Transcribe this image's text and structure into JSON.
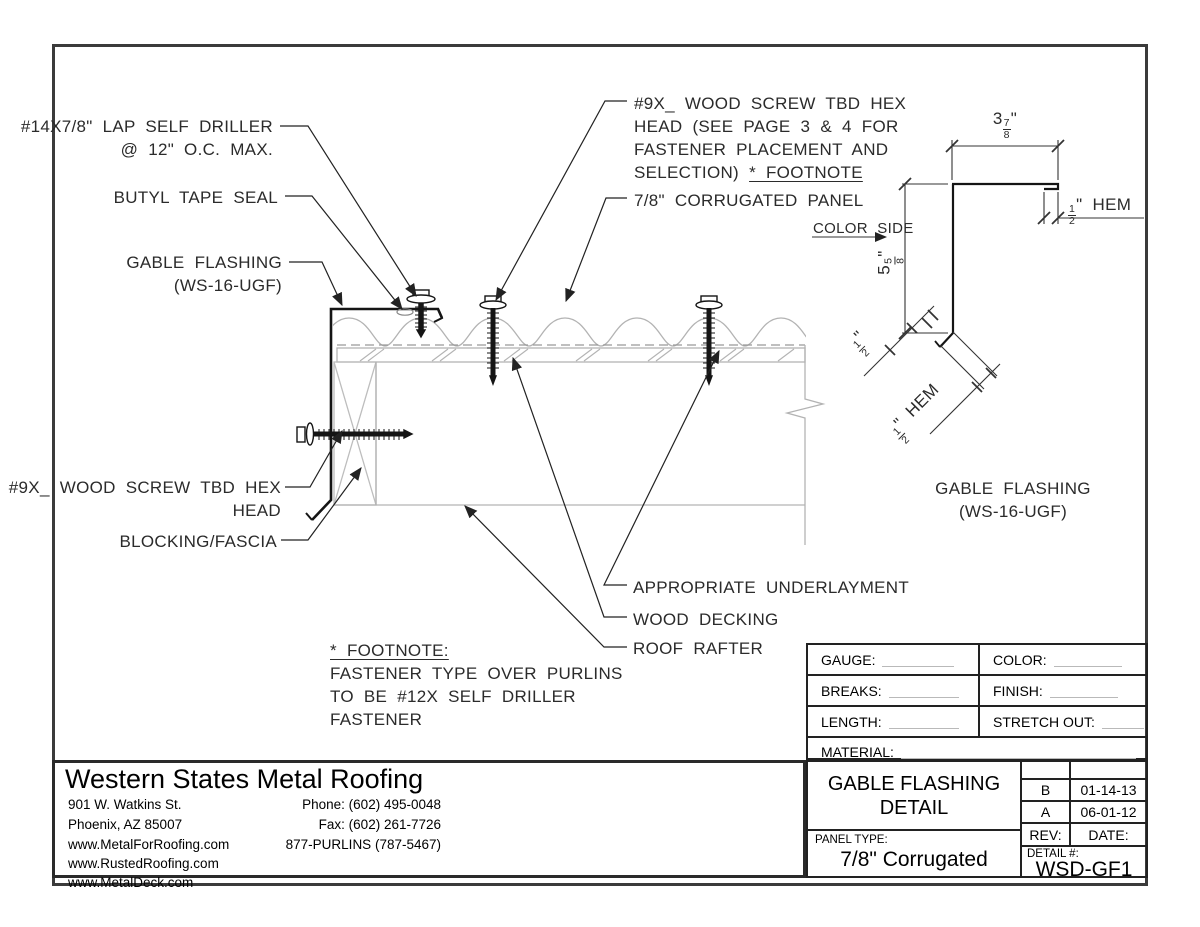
{
  "drawing": {
    "labels": {
      "lap_driller_1": "#14X7/8\" LAP SELF DRILLER",
      "lap_driller_2": "@ 12\" O.C. MAX.",
      "butyl": "BUTYL TAPE SEAL",
      "gable_flashing_1": "GABLE FLASHING",
      "gable_flashing_2": "(WS-16-UGF)",
      "wood_screw_left_1": "#9X_ WOOD SCREW TBD HEX",
      "wood_screw_left_2": "HEAD",
      "blocking": "BLOCKING/FASCIA",
      "wood_screw_top_1": "#9X_ WOOD SCREW TBD HEX",
      "wood_screw_top_2": "HEAD (SEE PAGE 3 & 4 FOR",
      "wood_screw_top_3": "FASTENER PLACEMENT AND",
      "wood_screw_top_4": "SELECTION)",
      "wood_screw_top_footnote": "* FOOTNOTE",
      "corrugated_panel": "7/8\" CORRUGATED PANEL",
      "underlayment": "APPROPRIATE UNDERLAYMENT",
      "wood_decking": "WOOD DECKING",
      "roof_rafter": "ROOF RAFTER",
      "footnote_title": "* FOOTNOTE:",
      "footnote_1": "FASTENER TYPE OVER PURLINS",
      "footnote_2": "TO BE #12X SELF DRILLER",
      "footnote_3": "FASTENER",
      "color_side": "COLOR SIDE",
      "profile_caption_1": "GABLE FLASHING",
      "profile_caption_2": "(WS-16-UGF)"
    },
    "dims": {
      "top_width": {
        "whole": "3",
        "num": "7",
        "den": "8",
        "unit": "\""
      },
      "leg_height": {
        "whole": "5",
        "num": "5",
        "den": "8",
        "unit": "\""
      },
      "hem_right": {
        "num": "1",
        "den": "2",
        "unit": "\"",
        "label": "HEM"
      },
      "kick": {
        "num": "1",
        "den": "2",
        "unit": "\""
      },
      "hem_diag": {
        "num": "1",
        "den": "2",
        "unit": "\"",
        "label": "HEM"
      }
    },
    "line_colors": {
      "dark": "#151515",
      "light_gray": "#b3b3b3",
      "dim": "#333333"
    }
  },
  "spec_table": {
    "gauge_label": "GAUGE:",
    "color_label": "COLOR:",
    "breaks_label": "BREAKS:",
    "finish_label": "FINISH:",
    "length_label": "LENGTH:",
    "stretch_label": "STRETCH OUT:",
    "material_label": "MATERIAL:"
  },
  "company": {
    "name": "Western States Metal Roofing",
    "address_1": "901 W. Watkins St.",
    "address_2": "Phoenix, AZ 85007",
    "web_1": "www.MetalForRoofing.com",
    "web_2": "www.RustedRoofing.com",
    "web_3": "www.MetalDeck.com",
    "phone": "Phone: (602) 495-0048",
    "fax": "Fax: (602) 261-7726",
    "tollfree": "877-PURLINS (787-5467)"
  },
  "title_block": {
    "title_1": "GABLE FLASHING",
    "title_2": "DETAIL",
    "panel_type_label": "PANEL TYPE:",
    "panel_type": "7/8\" Corrugated",
    "rev_rows": [
      {
        "rev": "B",
        "date": "01-14-13"
      },
      {
        "rev": "A",
        "date": "06-01-12"
      }
    ],
    "rev_label": "REV:",
    "date_label": "DATE:",
    "detail_label": "DETAIL #:",
    "detail_number": "WSD-GF1"
  }
}
